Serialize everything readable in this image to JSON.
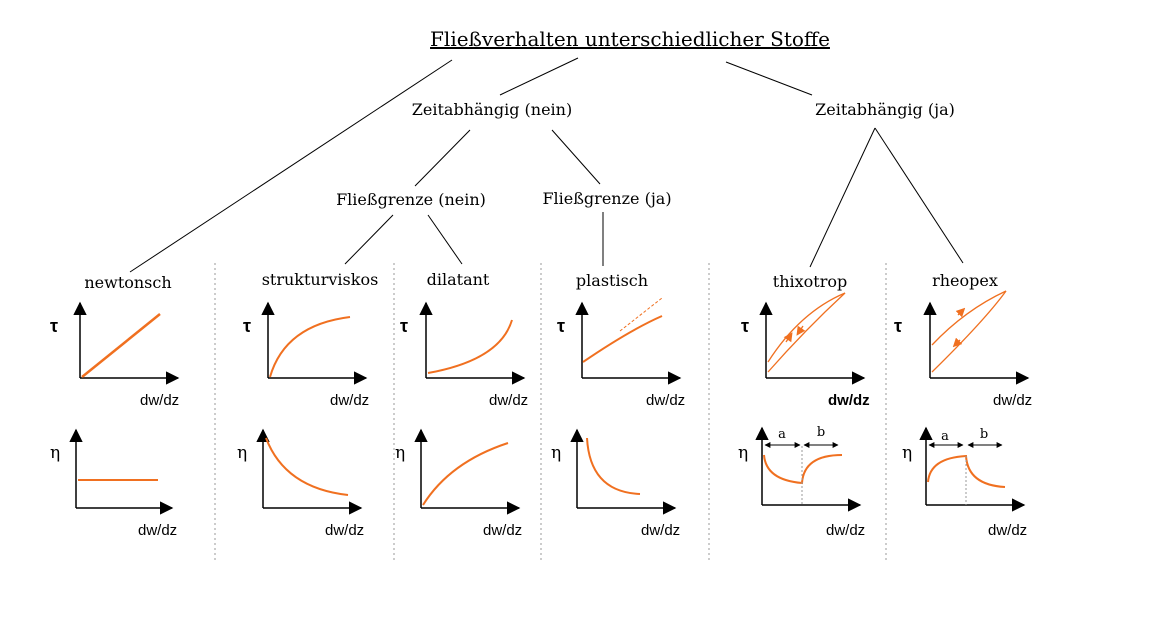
{
  "title": "Fließverhalten unterschiedlicher Stoffe",
  "colors": {
    "curve": "#f07020",
    "line": "#000000",
    "divider": "#9a9a9a"
  },
  "nodes": {
    "time_independent": "Zeitabhängig (nein)",
    "time_dependent": "Zeitabhängig (ja)",
    "no_yield": "Fließgrenze (nein)",
    "yield": "Fließgrenze (ja)"
  },
  "materials": [
    {
      "name": "newtonsch"
    },
    {
      "name": "strukturviskos"
    },
    {
      "name": "dilatant"
    },
    {
      "name": "plastisch"
    },
    {
      "name": "thixotrop"
    },
    {
      "name": "rheopex"
    }
  ],
  "axes": {
    "tau": "τ",
    "eta": "η",
    "shear_rate": "dw/dz"
  },
  "interval_labels": {
    "a": "a",
    "b": "b"
  }
}
